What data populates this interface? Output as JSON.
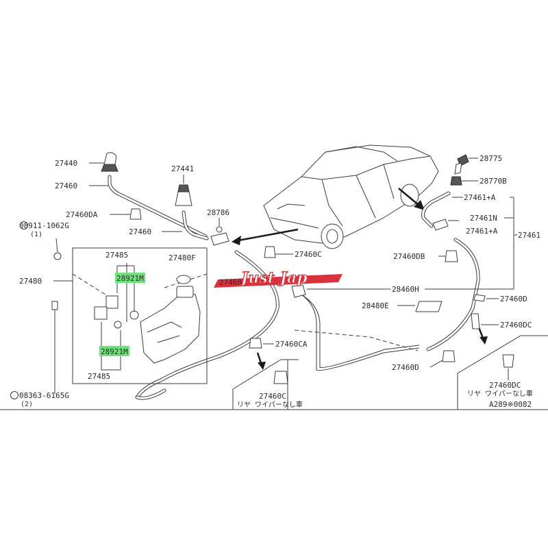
{
  "labels": {
    "p27440": "27440",
    "p27441": "27441",
    "p27460_a": "27460",
    "p27460da": "27460DA",
    "p08911": "08911-1062G",
    "p08911_qty": "(1)",
    "p27460_b": "27460",
    "p28786": "28786",
    "p27460c_a": "27460C",
    "p27485_top": "27485",
    "p27480f": "27480F",
    "p27480": "27480",
    "p28921m_top": "28921M",
    "p28921m_bot": "28921M",
    "p27485_bot": "27485",
    "p08363": "08363-6165G",
    "p08363_qty": "(2)",
    "p27460_c": "27460",
    "p28460h": "28460H",
    "p28480e": "28480E",
    "p27460ca": "27460CA",
    "p27460c_b": "27460C",
    "inset_left_note": "リヤ ワイパーなし車",
    "p28775": "28775",
    "p28770b": "28770B",
    "p27461a_top": "27461+A",
    "p27461n": "27461N",
    "p27461a_mid": "27461+A",
    "p27461": "27461",
    "p27460db": "27460DB",
    "p27460d_a": "27460D",
    "p27460dc_a": "27460DC",
    "p27460d_b": "27460D",
    "p27460dc_b": "27460DC",
    "inset_right_note": "リヤ ワイパーなし車",
    "diagram_code": "A289※0082",
    "watermark": "Just Jap"
  },
  "colors": {
    "highlight": "#6fe07a",
    "line": "#3a3a3a",
    "watermark": "#d8323c"
  }
}
